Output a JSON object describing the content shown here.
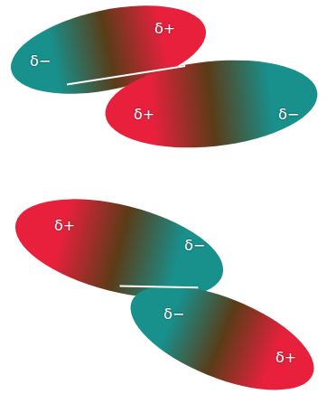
{
  "diagram": {
    "nodes": [
      {
        "text": [
          "δ−",
          "δ+"
        ]
      },
      {
        "text": [
          "δ+",
          "δ−"
        ]
      },
      {
        "text": [
          "δ+",
          "δ−"
        ]
      },
      {
        "text": [
          "δ−",
          "δ+"
        ]
      }
    ],
    "edges": [
      {
        "from": 0,
        "to": 1,
        "arrow": "none"
      },
      {
        "from": 2,
        "to": 3,
        "arrow": "none"
      }
    ]
  }
}
